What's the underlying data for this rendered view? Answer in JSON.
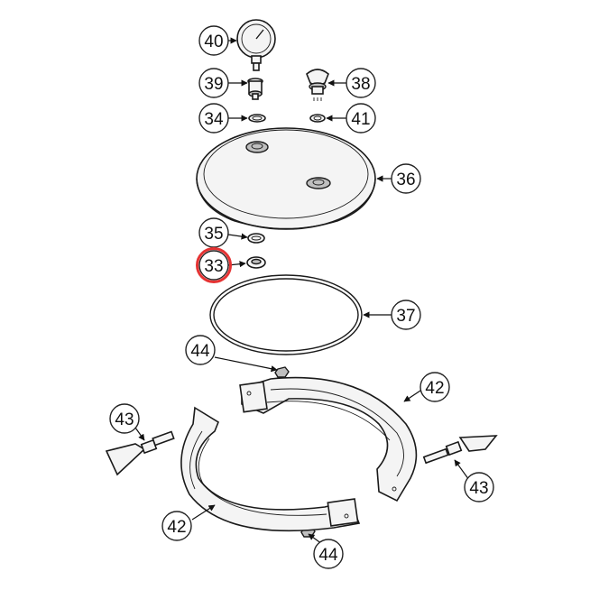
{
  "diagram": {
    "callouts": [
      {
        "label": "40"
      },
      {
        "label": "39"
      },
      {
        "label": "38"
      },
      {
        "label": "34"
      },
      {
        "label": "41"
      },
      {
        "label": "36"
      },
      {
        "label": "35"
      },
      {
        "label": "33"
      },
      {
        "label": "37"
      },
      {
        "label": "44"
      },
      {
        "label": "42"
      },
      {
        "label": "43"
      },
      {
        "label": "43"
      },
      {
        "label": "42"
      },
      {
        "label": "44"
      }
    ],
    "highlight_color": "#e53333",
    "highlighted_label": "33"
  }
}
